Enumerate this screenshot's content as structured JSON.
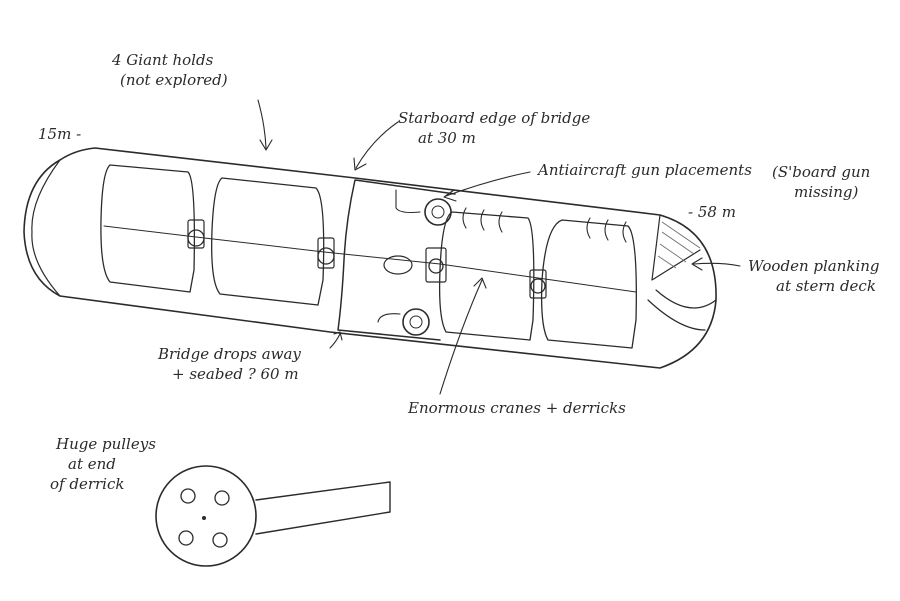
{
  "labels": {
    "giant_holds_line1": "4 Giant holds",
    "giant_holds_line2": "(not explored)",
    "depth_bow": "15m -",
    "starboard_line1": "Starboard edge of bridge",
    "starboard_line2": "at 30 m",
    "antiaircraft": "Antiaircraft gun placements",
    "sboard_line1": "(S'board gun",
    "sboard_line2": "missing)",
    "depth_stern": "- 58 m",
    "wooden_line1": "Wooden planking",
    "wooden_line2": "at stern deck",
    "bridge_line1": "Bridge drops away",
    "bridge_line2": "+ seabed ? 60 m",
    "cranes": "Enormous cranes + derricks",
    "pulleys_line1": "Huge pulleys",
    "pulleys_line2": "at end",
    "pulleys_line3": "of derrick"
  },
  "colors": {
    "ink": "#2b2b2b",
    "paper": "#ffffff"
  }
}
